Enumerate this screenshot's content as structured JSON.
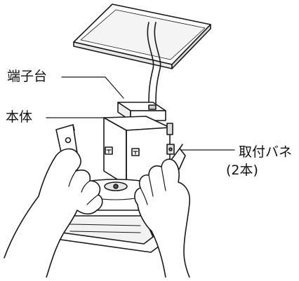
{
  "labels": {
    "terminal_block": "端子台",
    "main_body": "本体",
    "mounting_spring_line1": "取付バネ",
    "mounting_spring_line2": "(2本)"
  }
}
